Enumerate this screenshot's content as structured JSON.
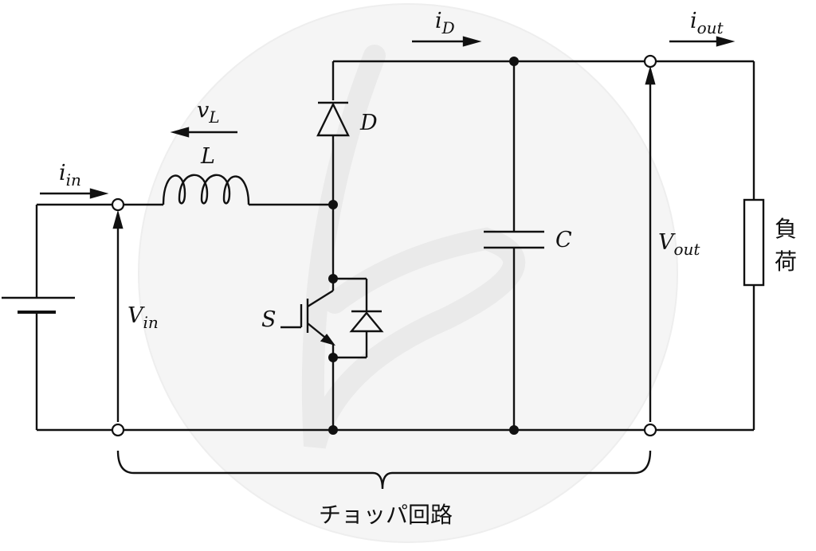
{
  "labels": {
    "i_in": {
      "main": "i",
      "sub": "in"
    },
    "v_L": {
      "main": "v",
      "sub": "L"
    },
    "L": "L",
    "i_D": {
      "main": "i",
      "sub": "D"
    },
    "D": "D",
    "i_out": {
      "main": "i",
      "sub": "out"
    },
    "C": "C",
    "V_out": {
      "main": "V",
      "sub": "out"
    },
    "V_in": {
      "main": "V",
      "sub": "in"
    },
    "S": "S",
    "load_1": "負",
    "load_2": "荷",
    "chopper": "チョッパ回路"
  },
  "colors": {
    "wire": "#111111",
    "watermark": "#ececec"
  },
  "components": [
    "dc-source",
    "inductor",
    "diode",
    "igbt-switch",
    "freewheel-diode",
    "capacitor",
    "load-resistor"
  ]
}
